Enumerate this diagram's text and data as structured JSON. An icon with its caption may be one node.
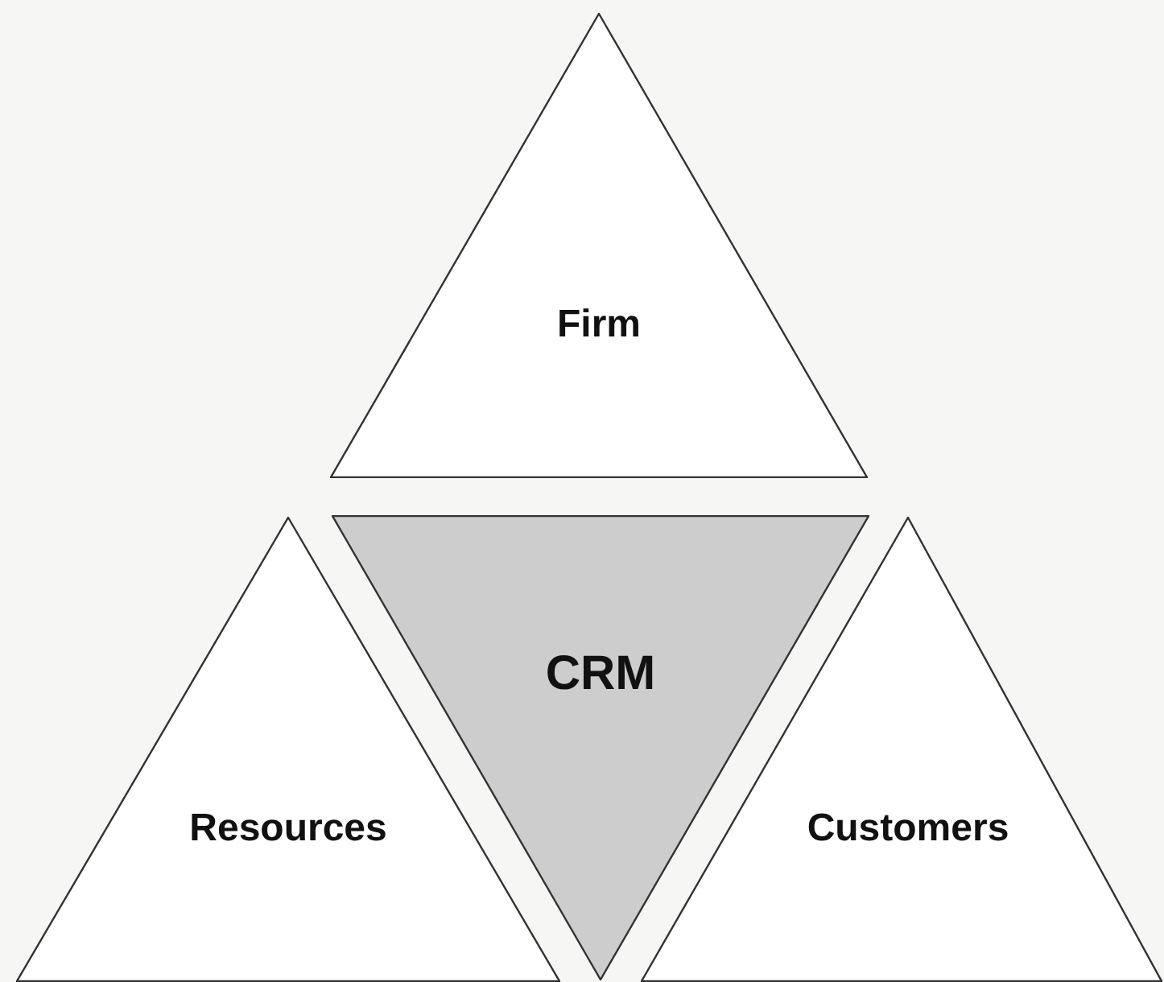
{
  "diagram": {
    "nodes": [
      {
        "text": [
          "Firm"
        ]
      },
      {
        "text": [
          "CRM"
        ]
      },
      {
        "text": [
          "Resources"
        ]
      },
      {
        "text": [
          "Customers"
        ]
      }
    ]
  }
}
